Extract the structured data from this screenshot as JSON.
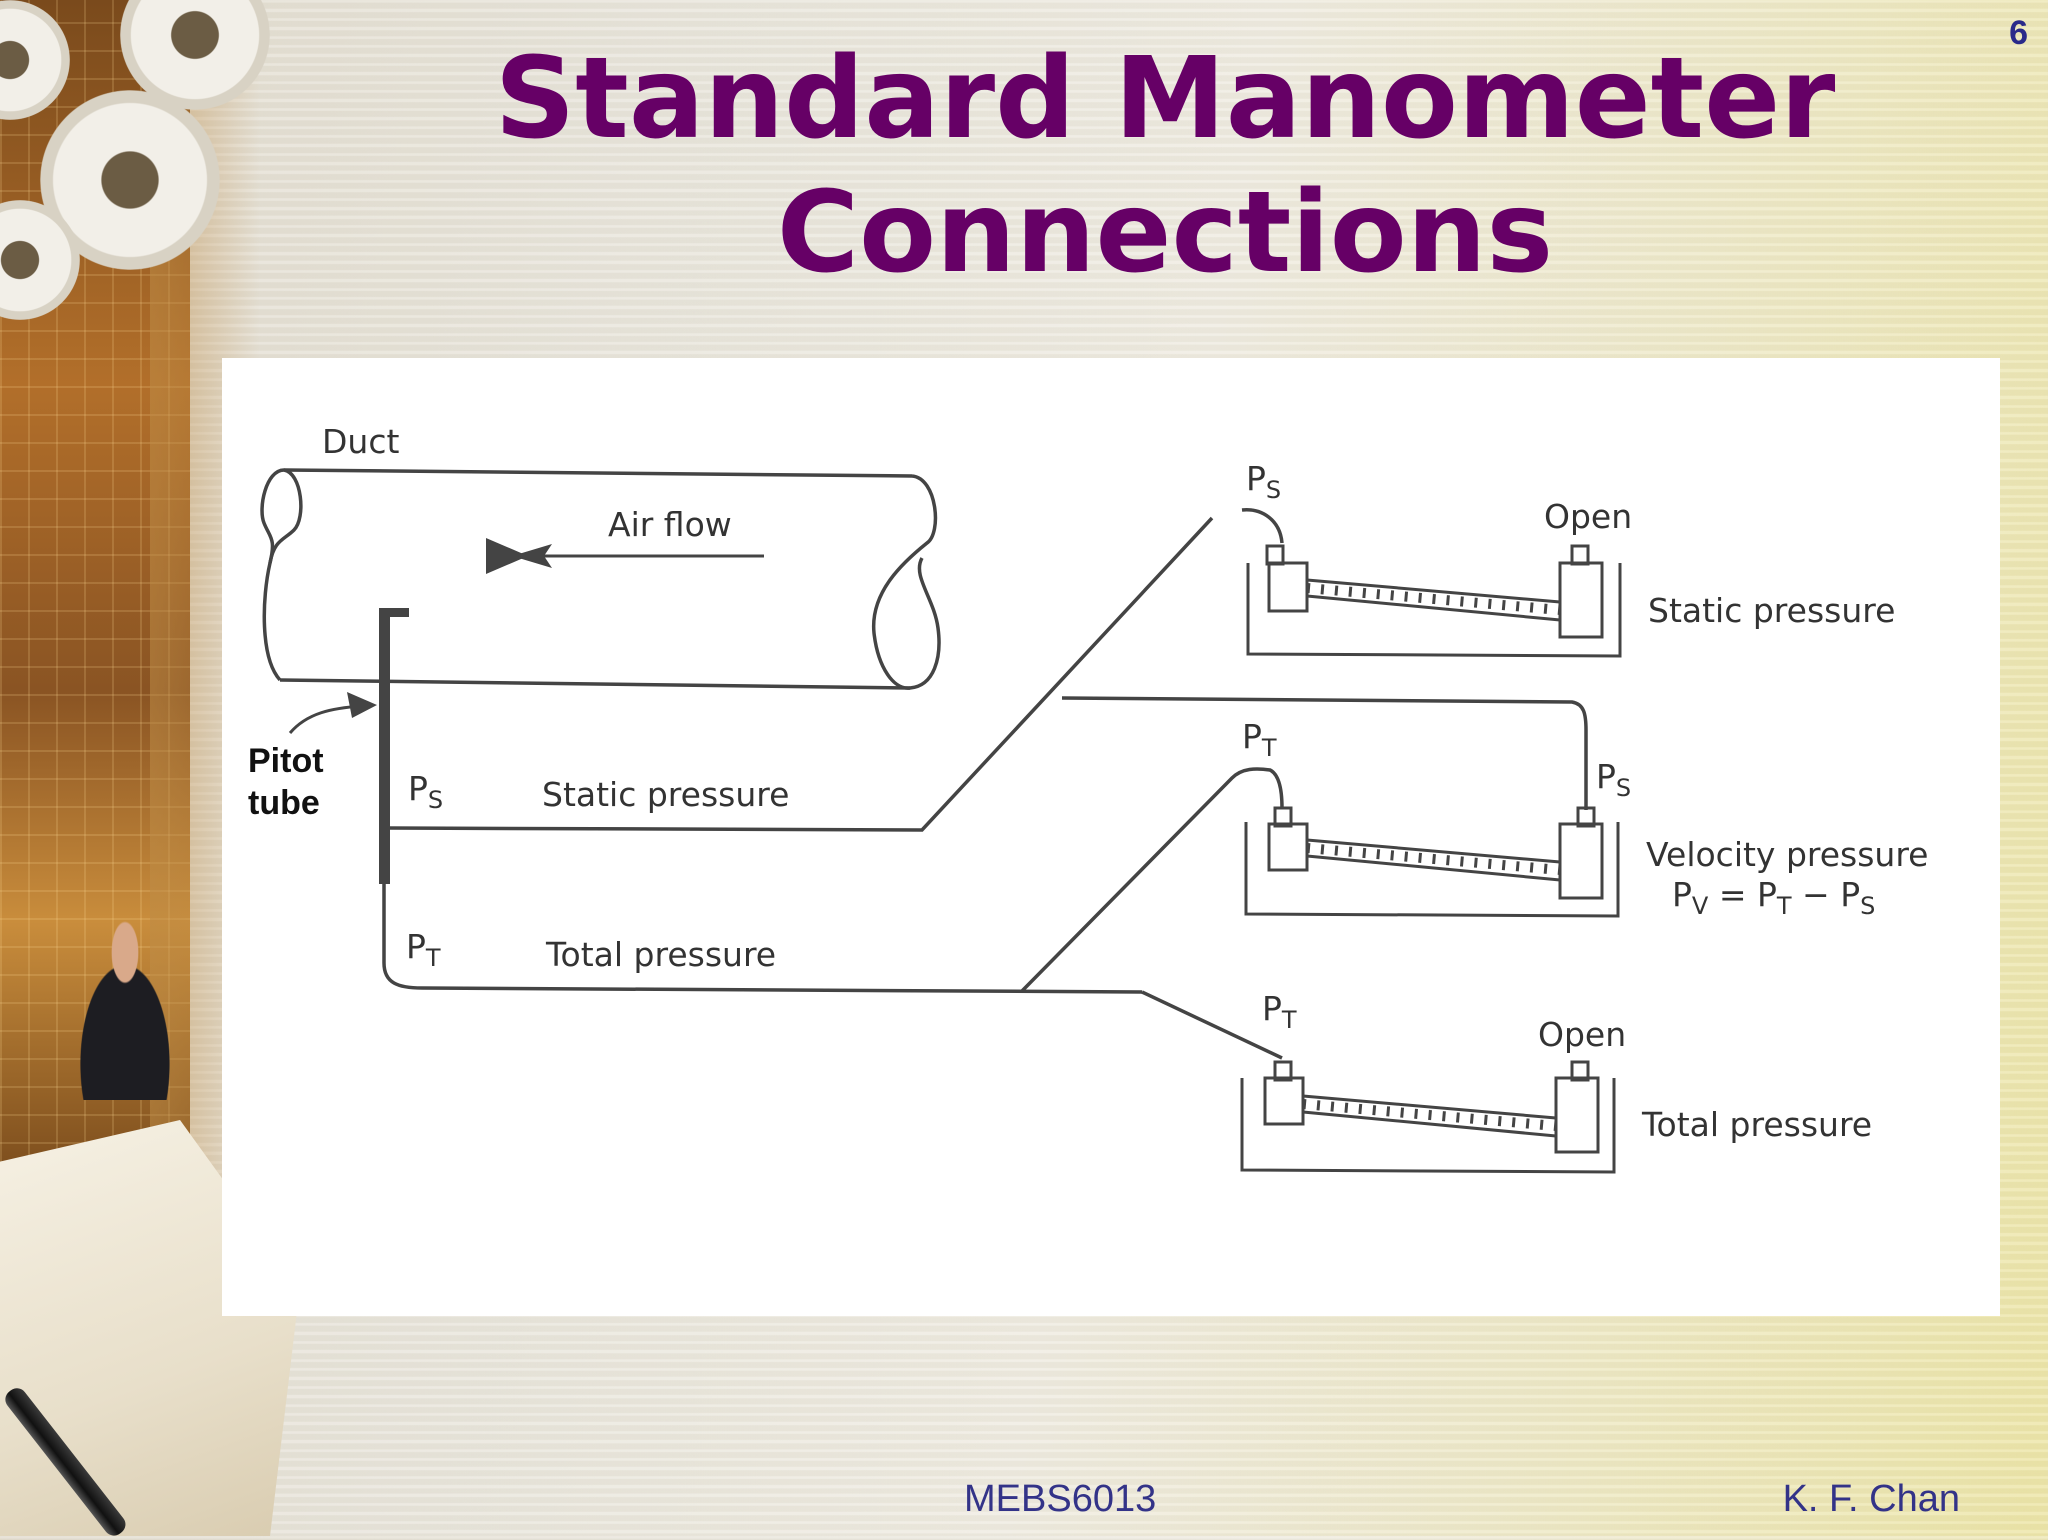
{
  "slide": {
    "number": "6",
    "title_line1": "Standard Manometer",
    "title_line2": "Connections",
    "footer_course": "MEBS6013",
    "footer_author": "K. F. Chan"
  },
  "diagram": {
    "duct_label": "Duct",
    "air_flow_label": "Air flow",
    "pitot_label_line1": "Pitot",
    "pitot_label_line2": "tube",
    "static_line_symbol": "P",
    "static_line_sub": "S",
    "static_line_label": "Static pressure",
    "total_line_symbol": "P",
    "total_line_sub": "T",
    "total_line_label": "Total pressure",
    "manometers": [
      {
        "left_symbol": "P",
        "left_sub": "S",
        "right_text": "Open",
        "caption": "Static pressure"
      },
      {
        "left_symbol": "P",
        "left_sub": "T",
        "right_symbol": "P",
        "right_sub": "S",
        "caption": "Velocity pressure",
        "formula_pv": "P",
        "formula_pv_sub": "V",
        "formula_eq": " = ",
        "formula_pt": "P",
        "formula_pt_sub": "T",
        "formula_minus": " − ",
        "formula_ps": "P",
        "formula_ps_sub": "S"
      },
      {
        "left_symbol": "P",
        "left_sub": "T",
        "right_text": "Open",
        "caption": "Total pressure"
      }
    ]
  }
}
